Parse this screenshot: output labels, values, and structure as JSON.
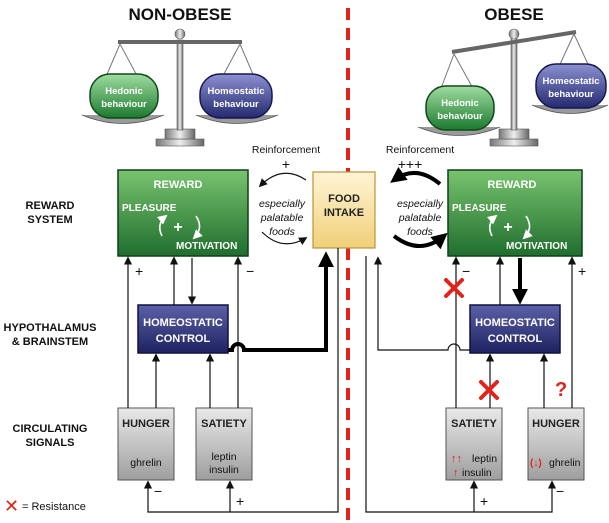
{
  "headers": {
    "left": "NON-OBESE",
    "right": "OBESE"
  },
  "row_labels": {
    "reward": [
      "REWARD",
      "SYSTEM"
    ],
    "hypo": [
      "HYPOTHALAMUS",
      "& BRAINSTEM"
    ],
    "circ": [
      "CIRCULATING",
      "SIGNALS"
    ]
  },
  "scales": {
    "left": {
      "pan_a": [
        "Hedonic",
        "behaviour"
      ],
      "pan_b": [
        "Homeostatic",
        "behaviour"
      ]
    },
    "right": {
      "pan_a": [
        "Hedonic",
        "behaviour"
      ],
      "pan_b": [
        "Homeostatic",
        "behaviour"
      ]
    }
  },
  "reinforcement": {
    "label": "Reinforcement",
    "left_sign": "+",
    "right_sign": "+++"
  },
  "palatable": [
    "especially",
    "palatable",
    "foods"
  ],
  "food_intake": [
    "FOOD",
    "INTAKE"
  ],
  "reward_box": {
    "title": "REWARD",
    "pleasure": "PLEASURE",
    "plus": "+",
    "motivation": "MOTIVATION"
  },
  "homeostatic": [
    "HOMEOSTATIC",
    "CONTROL"
  ],
  "signals": {
    "hunger_title": "HUNGER",
    "ghrelin": "ghrelin",
    "satiety_title": "SATIETY",
    "leptin": "leptin",
    "insulin": "insulin",
    "up_arrows": "↑↑",
    "up_arrow": "↑",
    "ghrelin_paren": "(↓)"
  },
  "signs": {
    "plus": "+",
    "minus": "−",
    "question": "?"
  },
  "legend": {
    "mark": "✕",
    "text": "= Resistance"
  },
  "colors": {
    "green": "#2f8a3a",
    "navy": "#2a2f6e",
    "food": "#f3dc9a",
    "grey": "#b9b9b9",
    "red": "#e2231a"
  }
}
